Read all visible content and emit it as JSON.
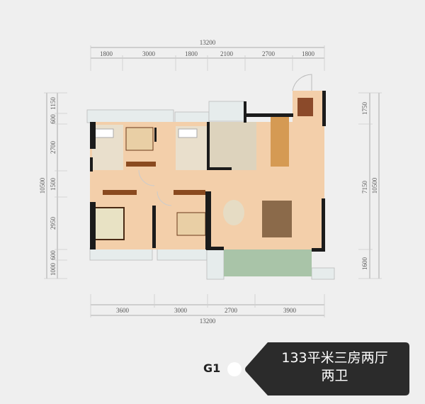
{
  "dimensions": {
    "top_total": "13200",
    "top_segments": [
      "1800",
      "3000",
      "1800",
      "2100",
      "2700",
      "1800"
    ],
    "bottom_total": "13200",
    "bottom_segments": [
      "3600",
      "3000",
      "2700",
      "3900"
    ],
    "left_total": "10500",
    "left_segments": [
      "1150",
      "600",
      "2700",
      "1500",
      "2950",
      "600",
      "1000"
    ],
    "right_total": "10500",
    "right_segments": [
      "1750",
      "7150",
      "1600"
    ]
  },
  "unit": {
    "code": "G1",
    "description_line1": "133平米三房两厅",
    "description_line2": "两卫"
  },
  "colors": {
    "floor": "#f3cfaa",
    "wall": "#1b1b1b",
    "tile": "#e9dfcc",
    "balcony": "#e6ecec",
    "garden": "#a9c4a8",
    "label_bg": "#2b2b2b"
  }
}
